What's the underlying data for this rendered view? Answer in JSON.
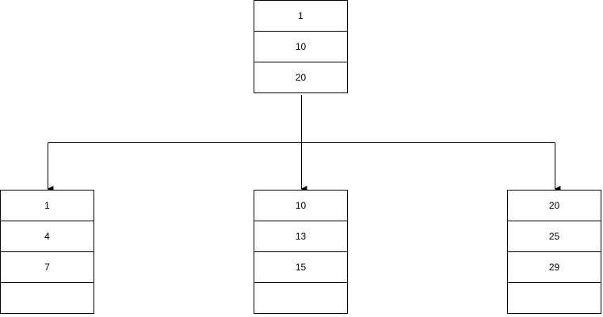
{
  "diagram": {
    "root": {
      "keys": [
        "1",
        "10",
        "20"
      ]
    },
    "children": [
      {
        "keys": [
          "1",
          "4",
          "7",
          ""
        ]
      },
      {
        "keys": [
          "10",
          "13",
          "15",
          ""
        ]
      },
      {
        "keys": [
          "20",
          "25",
          "29",
          ""
        ]
      }
    ]
  },
  "colors": {
    "stroke": "#000000",
    "fill": "#ffffff",
    "text": "#000000"
  }
}
